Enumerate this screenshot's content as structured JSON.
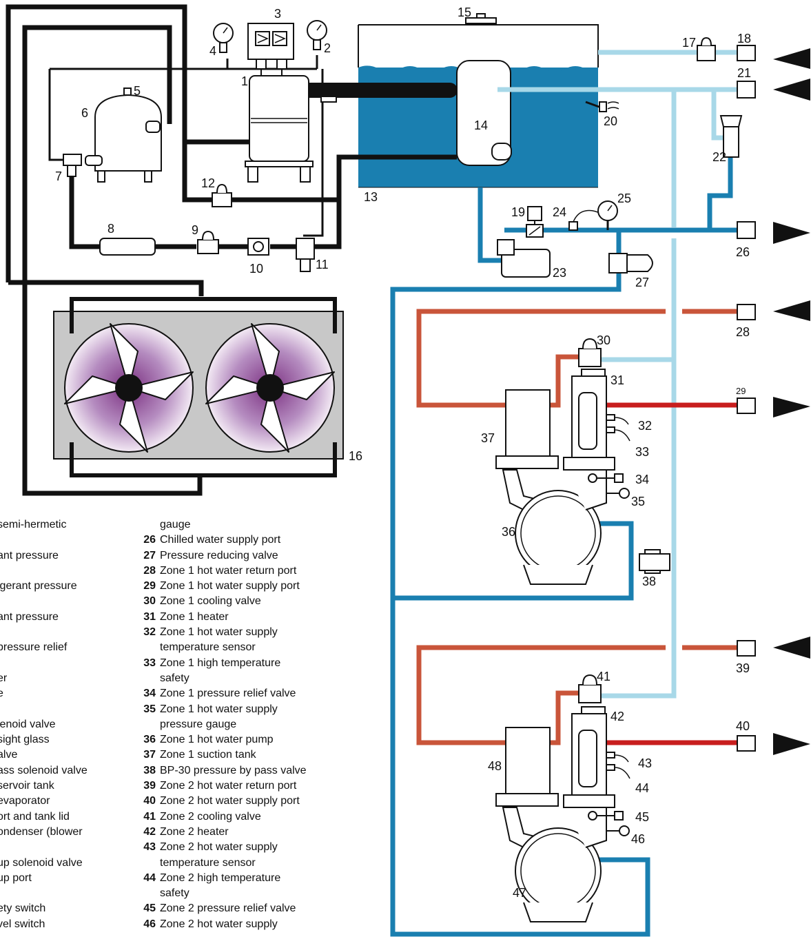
{
  "callouts": {
    "c1": "1",
    "c2": "2",
    "c3": "3",
    "c4": "4",
    "c5": "5",
    "c6": "6",
    "c7": "7",
    "c8": "8",
    "c9": "9",
    "c10": "10",
    "c11": "11",
    "c12": "12",
    "c13": "13",
    "c14": "14",
    "c15": "15",
    "c16": "16",
    "c17": "17",
    "c18": "18",
    "c19": "19",
    "c20": "20",
    "c21": "21",
    "c22": "22",
    "c23": "23",
    "c24": "24",
    "c25": "25",
    "c26": "26",
    "c27": "27",
    "c28": "28",
    "c29": "29",
    "c30": "30",
    "c31": "31",
    "c32": "32",
    "c33": "33",
    "c34": "34",
    "c35": "35",
    "c36": "36",
    "c37": "37",
    "c38": "38",
    "c39": "39",
    "c40": "40",
    "c41": "41",
    "c42": "42",
    "c43": "43",
    "c44": "44",
    "c45": "45",
    "c46": "46",
    "c47": "47",
    "c48": "48"
  },
  "legend_left": [
    "semi-hermetic",
    "",
    "ant pressure",
    "",
    "igerant pressure",
    "",
    "ant pressure",
    "",
    "pressure relief",
    "",
    "er",
    "e",
    "",
    "lenoid valve",
    "sight glass",
    "alve",
    "ass solenoid valve",
    "servoir tank",
    " evaporator",
    "ort and tank lid",
    "ondenser (blower",
    "",
    "up solenoid valve",
    "up port",
    "",
    "ety switch",
    "vel switch"
  ],
  "legend_right": [
    {
      "num": "",
      "text": "gauge"
    },
    {
      "num": "26",
      "text": "Chilled water supply port"
    },
    {
      "num": "27",
      "text": "Pressure reducing valve"
    },
    {
      "num": "28",
      "text": "Zone 1 hot water return port"
    },
    {
      "num": "29",
      "text": "Zone 1 hot water supply port"
    },
    {
      "num": "30",
      "text": "Zone 1 cooling valve"
    },
    {
      "num": "31",
      "text": "Zone 1 heater"
    },
    {
      "num": "32",
      "text": "Zone 1 hot water supply"
    },
    {
      "num": "",
      "text": "temperature sensor"
    },
    {
      "num": "33",
      "text": "Zone 1 high temperature"
    },
    {
      "num": "",
      "text": "safety"
    },
    {
      "num": "34",
      "text": "Zone 1 pressure relief valve"
    },
    {
      "num": "35",
      "text": "Zone 1 hot water supply"
    },
    {
      "num": "",
      "text": "pressure gauge"
    },
    {
      "num": "36",
      "text": "Zone 1 hot water pump"
    },
    {
      "num": "37",
      "text": "Zone 1 suction tank"
    },
    {
      "num": "38",
      "text": "BP-30 pressure by pass valve"
    },
    {
      "num": "39",
      "text": "Zone 2 hot water return port"
    },
    {
      "num": "40",
      "text": "Zone 2 hot water supply port"
    },
    {
      "num": "41",
      "text": "Zone 2 cooling valve"
    },
    {
      "num": "42",
      "text": "Zone 2 heater"
    },
    {
      "num": "43",
      "text": "Zone 2 hot water supply"
    },
    {
      "num": "",
      "text": "temperature sensor"
    },
    {
      "num": "44",
      "text": "Zone 2 high temperature"
    },
    {
      "num": "",
      "text": "safety"
    },
    {
      "num": "45",
      "text": "Zone 2 pressure relief valve"
    },
    {
      "num": "46",
      "text": "Zone 2 hot water supply"
    }
  ],
  "colors": {
    "refrigerant": "#111111",
    "chilled_water": "#1a7fb0",
    "light_water": "#a8d8e8",
    "hot_return": "#c9553a",
    "hot_supply": "#c81e1e",
    "tank_water": "#1a7fb0",
    "condenser_panel": "#c8c8c8",
    "fan_purple": "#8a3c90"
  }
}
